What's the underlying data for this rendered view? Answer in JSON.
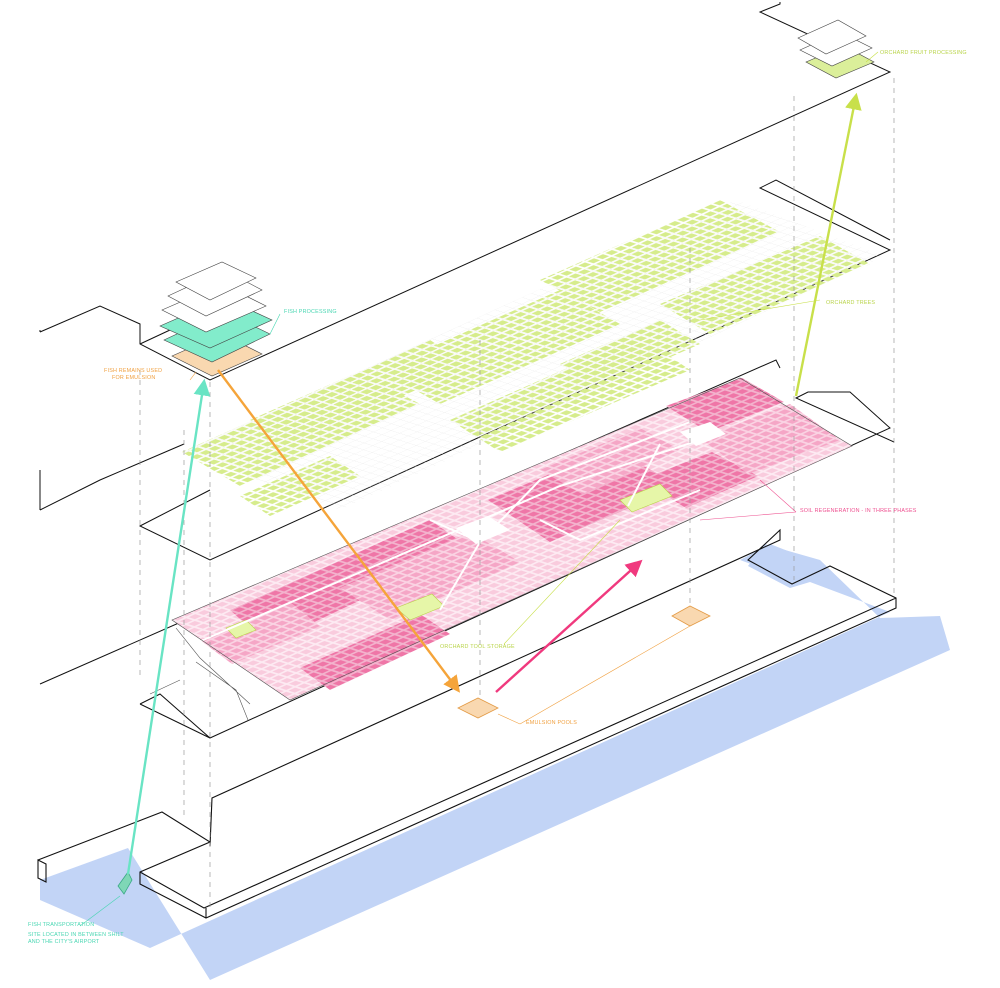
{
  "colors": {
    "water": "#c2d4f6",
    "orchard": "#dbef9a",
    "soil_dark": "#f07aaa",
    "soil_mid": "#f6a9c7",
    "soil_light": "#fbd3e3",
    "fish": "#82eccb",
    "emulsion": "#f9d8b0",
    "arrow_teal": "#69e4c4",
    "arrow_orange": "#f5a43a",
    "arrow_pink": "#f0397e",
    "arrow_green": "#c8e04a"
  },
  "labels": {
    "orchard_fruit_processing": "ORCHARD FRUIT PROCESSING",
    "fish_processing": "FISH PROCESSING",
    "fish_remains_line1": "FISH REMAINS USED",
    "fish_remains_line2": "FOR EMULSION",
    "orchard_trees": "ORCHARD TREES",
    "soil_regeneration": "SOIL REGENERATION - IN THREE PHASES",
    "orchard_tool_storage": "ORCHARD TOOL STORAGE",
    "emulsion_pools": "EMULSION POOLS",
    "fish_transportation": "FISH TRANSPORTATION",
    "site_line1": "SITE LOCATED IN BETWEEN SHILT",
    "site_line2": "AND THE CITY'S AIRPORT"
  }
}
